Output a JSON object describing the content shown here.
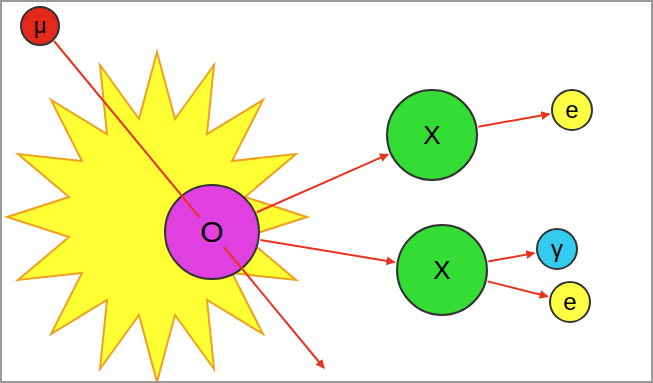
{
  "diagram": {
    "nodes": [
      {
        "text": [
          "μ"
        ]
      },
      {
        "text": [
          "O"
        ]
      },
      {
        "text": [
          "X"
        ]
      },
      {
        "text": [
          "e"
        ]
      },
      {
        "text": [
          "X"
        ]
      },
      {
        "text": [
          "γ"
        ]
      },
      {
        "text": [
          "e"
        ]
      }
    ],
    "edges": [
      {
        "from": 1,
        "to": 2,
        "arrow": "to"
      },
      {
        "from": 1,
        "to": 4,
        "arrow": "to"
      },
      {
        "from": 2,
        "to": 3,
        "arrow": "to"
      },
      {
        "from": 4,
        "to": 5,
        "arrow": "to"
      },
      {
        "from": 4,
        "to": 6,
        "arrow": "to"
      }
    ]
  }
}
